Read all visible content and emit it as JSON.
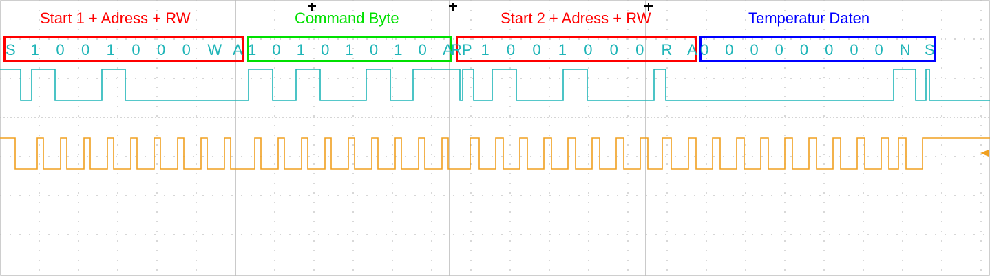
{
  "colors": {
    "sda": "#1fb5b8",
    "scl": "#f0a020",
    "grid": "#bdbdbd",
    "decode_text": "#1fb5b8",
    "red": "#ff0000",
    "green": "#00e000",
    "blue": "#0000ff"
  },
  "segments": [
    {
      "title": "Start 1 + Adress + RW",
      "color": "#ff0000",
      "bits": [
        "S",
        "1",
        "0",
        "0",
        "1",
        "0",
        "0",
        "0",
        "W",
        "A"
      ]
    },
    {
      "title": "Command Byte",
      "color": "#00e000",
      "bits": [
        "1",
        "0",
        "1",
        "0",
        "1",
        "0",
        "1",
        "0",
        "A"
      ]
    },
    {
      "title": "Start 2 + Adress + RW",
      "color": "#ff0000",
      "bits": [
        "RP",
        "1",
        "0",
        "0",
        "1",
        "0",
        "0",
        "0",
        "R",
        "A"
      ]
    },
    {
      "title": "Temperatur Daten",
      "color": "#0000ff",
      "bits": [
        "0",
        "0",
        "0",
        "0",
        "0",
        "0",
        "0",
        "0",
        "N",
        "S"
      ]
    }
  ],
  "markers": {
    "cursor_icon": "plus-cursor-icon",
    "ground_marker_icon": "channel-level-arrow-icon"
  }
}
